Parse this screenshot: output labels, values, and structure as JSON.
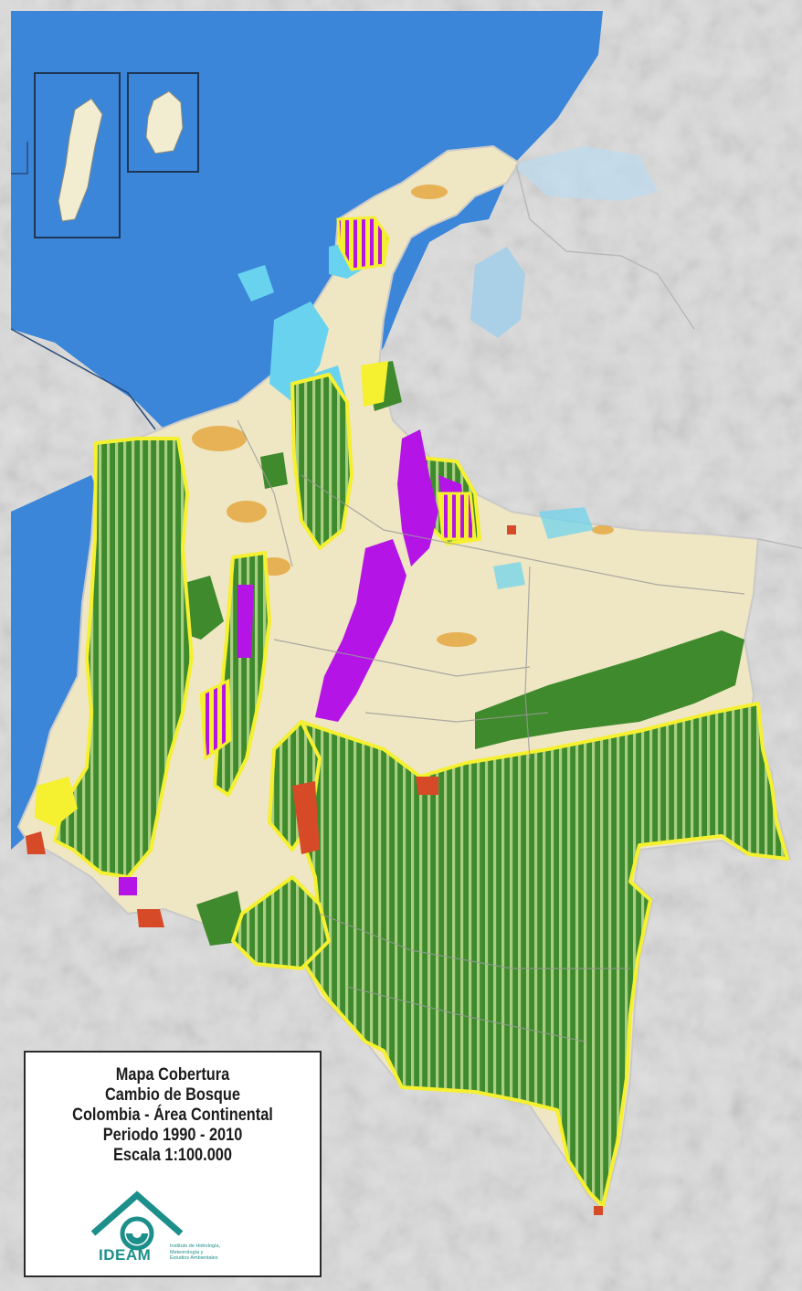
{
  "map": {
    "legend": {
      "title_lines": [
        "Mapa Cobertura",
        "Cambio de Bosque",
        "Colombia - Área Continental",
        "Periodo 1990 - 2010",
        "Escala 1:100.000"
      ]
    },
    "logo": {
      "name": "IDEAM",
      "subtitle_lines": [
        "Instituto de Hidrología,",
        "Meteorología y",
        "Estudios Ambientales"
      ]
    },
    "colors": {
      "sea": "#3b86d9",
      "land_neighbors": "#dcdcdc",
      "country_base": "#efe6c3",
      "forest": "#3e8a2c",
      "hatch_forest_light": "#a9cf83",
      "protected_outline": "#f5f030",
      "change_magenta": "#b414e6",
      "water_cyan": "#69d3ef",
      "degradation_orange": "#e3a030",
      "loss_red": "#d64a28"
    }
  }
}
